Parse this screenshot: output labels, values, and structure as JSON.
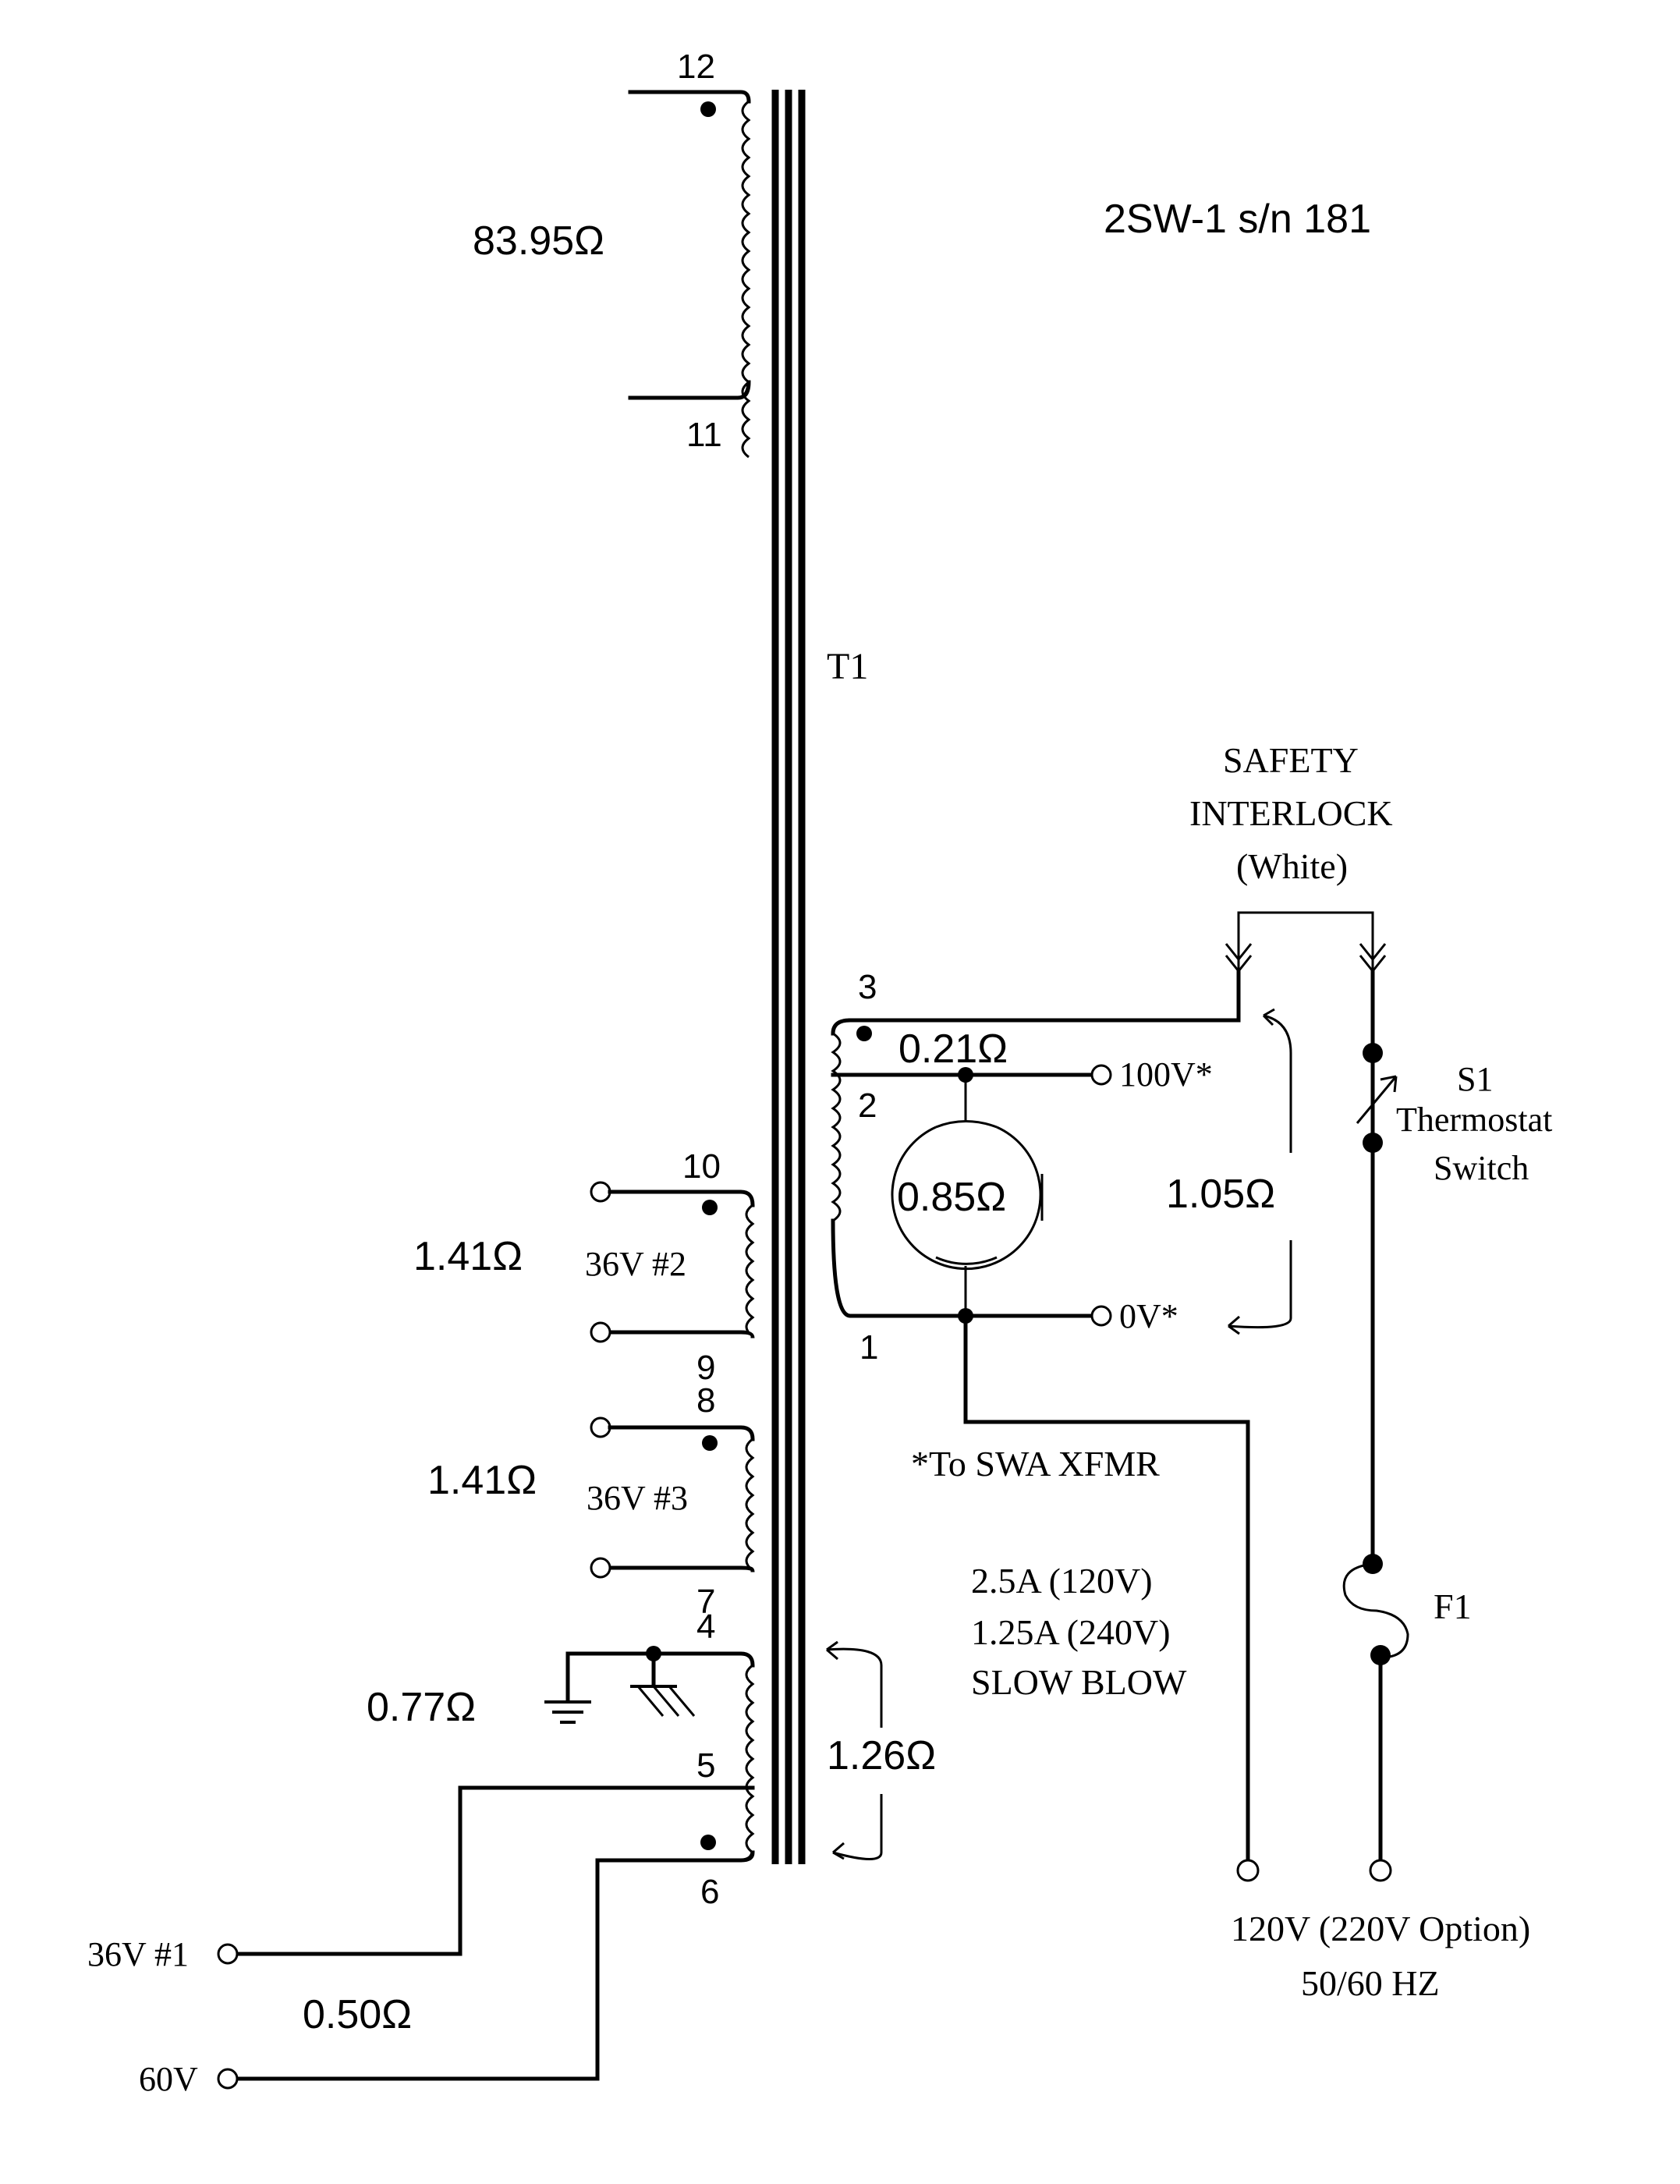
{
  "title": "2SW-1 s/n 181",
  "transformer_label": "T1",
  "windings": {
    "w12_11": {
      "pin_top": "12",
      "pin_bottom": "11",
      "resistance": "83.95Ω"
    },
    "w10_9": {
      "pin_top": "10",
      "pin_bottom": "9",
      "resistance": "1.41Ω",
      "name": "36V #2"
    },
    "w8_7": {
      "pin_top": "8",
      "pin_bottom": "7",
      "resistance": "1.41Ω",
      "name": "36V #3"
    },
    "w4_6": {
      "pin_top": "4",
      "pin_mid": "5",
      "pin_bottom": "6",
      "resistance_upper": "0.77Ω",
      "resistance_overall": "1.26Ω",
      "resistance_output": "0.50Ω"
    },
    "primary": {
      "pin_top": "3",
      "pin_tap": "2",
      "pin_bottom": "1",
      "resistance_top": "0.21Ω",
      "resistance_tap": "0.85Ω",
      "resistance_overall": "1.05Ω"
    }
  },
  "outputs": {
    "v36_1": "36V #1",
    "v60": "60V",
    "v100": "100V*",
    "v0": "0V*",
    "note": "*To SWA XFMR"
  },
  "interlock": {
    "line1": "SAFETY",
    "line2": "INTERLOCK",
    "line3": "(White)"
  },
  "thermostat": {
    "ref": "S1",
    "line1": "Thermostat",
    "line2": "Switch"
  },
  "fuse": {
    "ref": "F1",
    "line1": "2.5A (120V)",
    "line2": "1.25A (240V)",
    "line3": "SLOW BLOW"
  },
  "mains": {
    "line1": "120V (220V Option)",
    "line2": "50/60 HZ"
  }
}
